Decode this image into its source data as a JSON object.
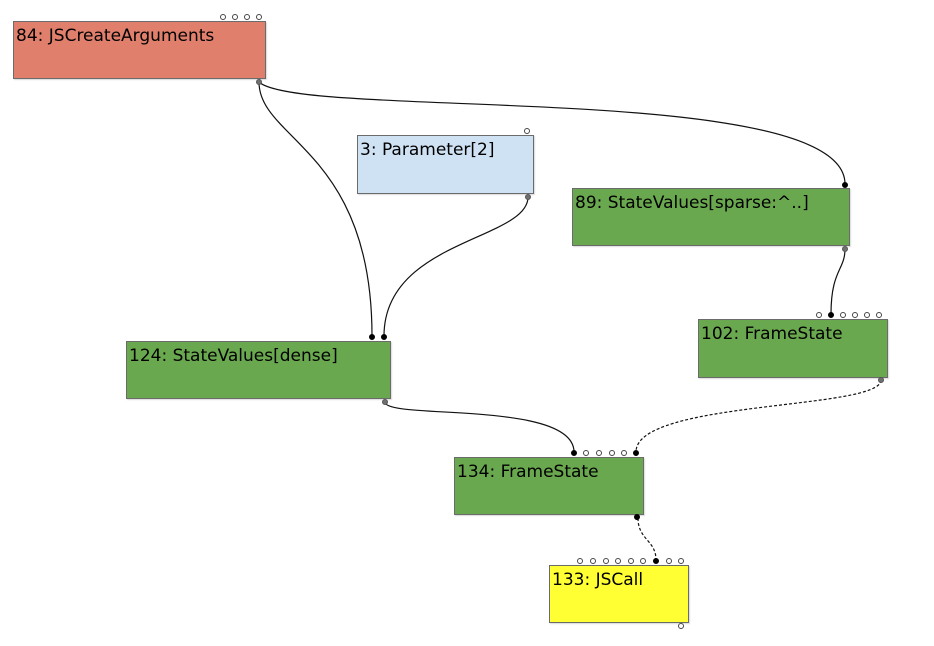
{
  "colors": {
    "js_node": "#e07f6b",
    "parameter_node": "#cfe2f3",
    "state_node": "#6aa84f",
    "call_node": "#ffff33",
    "edge": "#111111"
  },
  "nodes": [
    {
      "id": "n84",
      "label": "84: JSCreateArguments",
      "kind": "js_node"
    },
    {
      "id": "n3",
      "label": "3: Parameter[2]",
      "kind": "parameter_node"
    },
    {
      "id": "n89",
      "label": "89: StateValues[sparse:^..]",
      "kind": "state_node"
    },
    {
      "id": "n102",
      "label": "102: FrameState",
      "kind": "state_node"
    },
    {
      "id": "n124",
      "label": "124: StateValues[dense]",
      "kind": "state_node"
    },
    {
      "id": "n134",
      "label": "134: FrameState",
      "kind": "state_node"
    },
    {
      "id": "n133",
      "label": "133: JSCall",
      "kind": "call_node"
    }
  ],
  "edges": [
    {
      "from": "n84",
      "to": "n124",
      "style": "solid"
    },
    {
      "from": "n84",
      "to": "n89",
      "style": "solid"
    },
    {
      "from": "n3",
      "to": "n124",
      "style": "solid"
    },
    {
      "from": "n89",
      "to": "n102",
      "style": "solid"
    },
    {
      "from": "n124",
      "to": "n134",
      "style": "solid"
    },
    {
      "from": "n102",
      "to": "n134",
      "style": "dashed"
    },
    {
      "from": "n134",
      "to": "n133",
      "style": "dashed"
    }
  ]
}
